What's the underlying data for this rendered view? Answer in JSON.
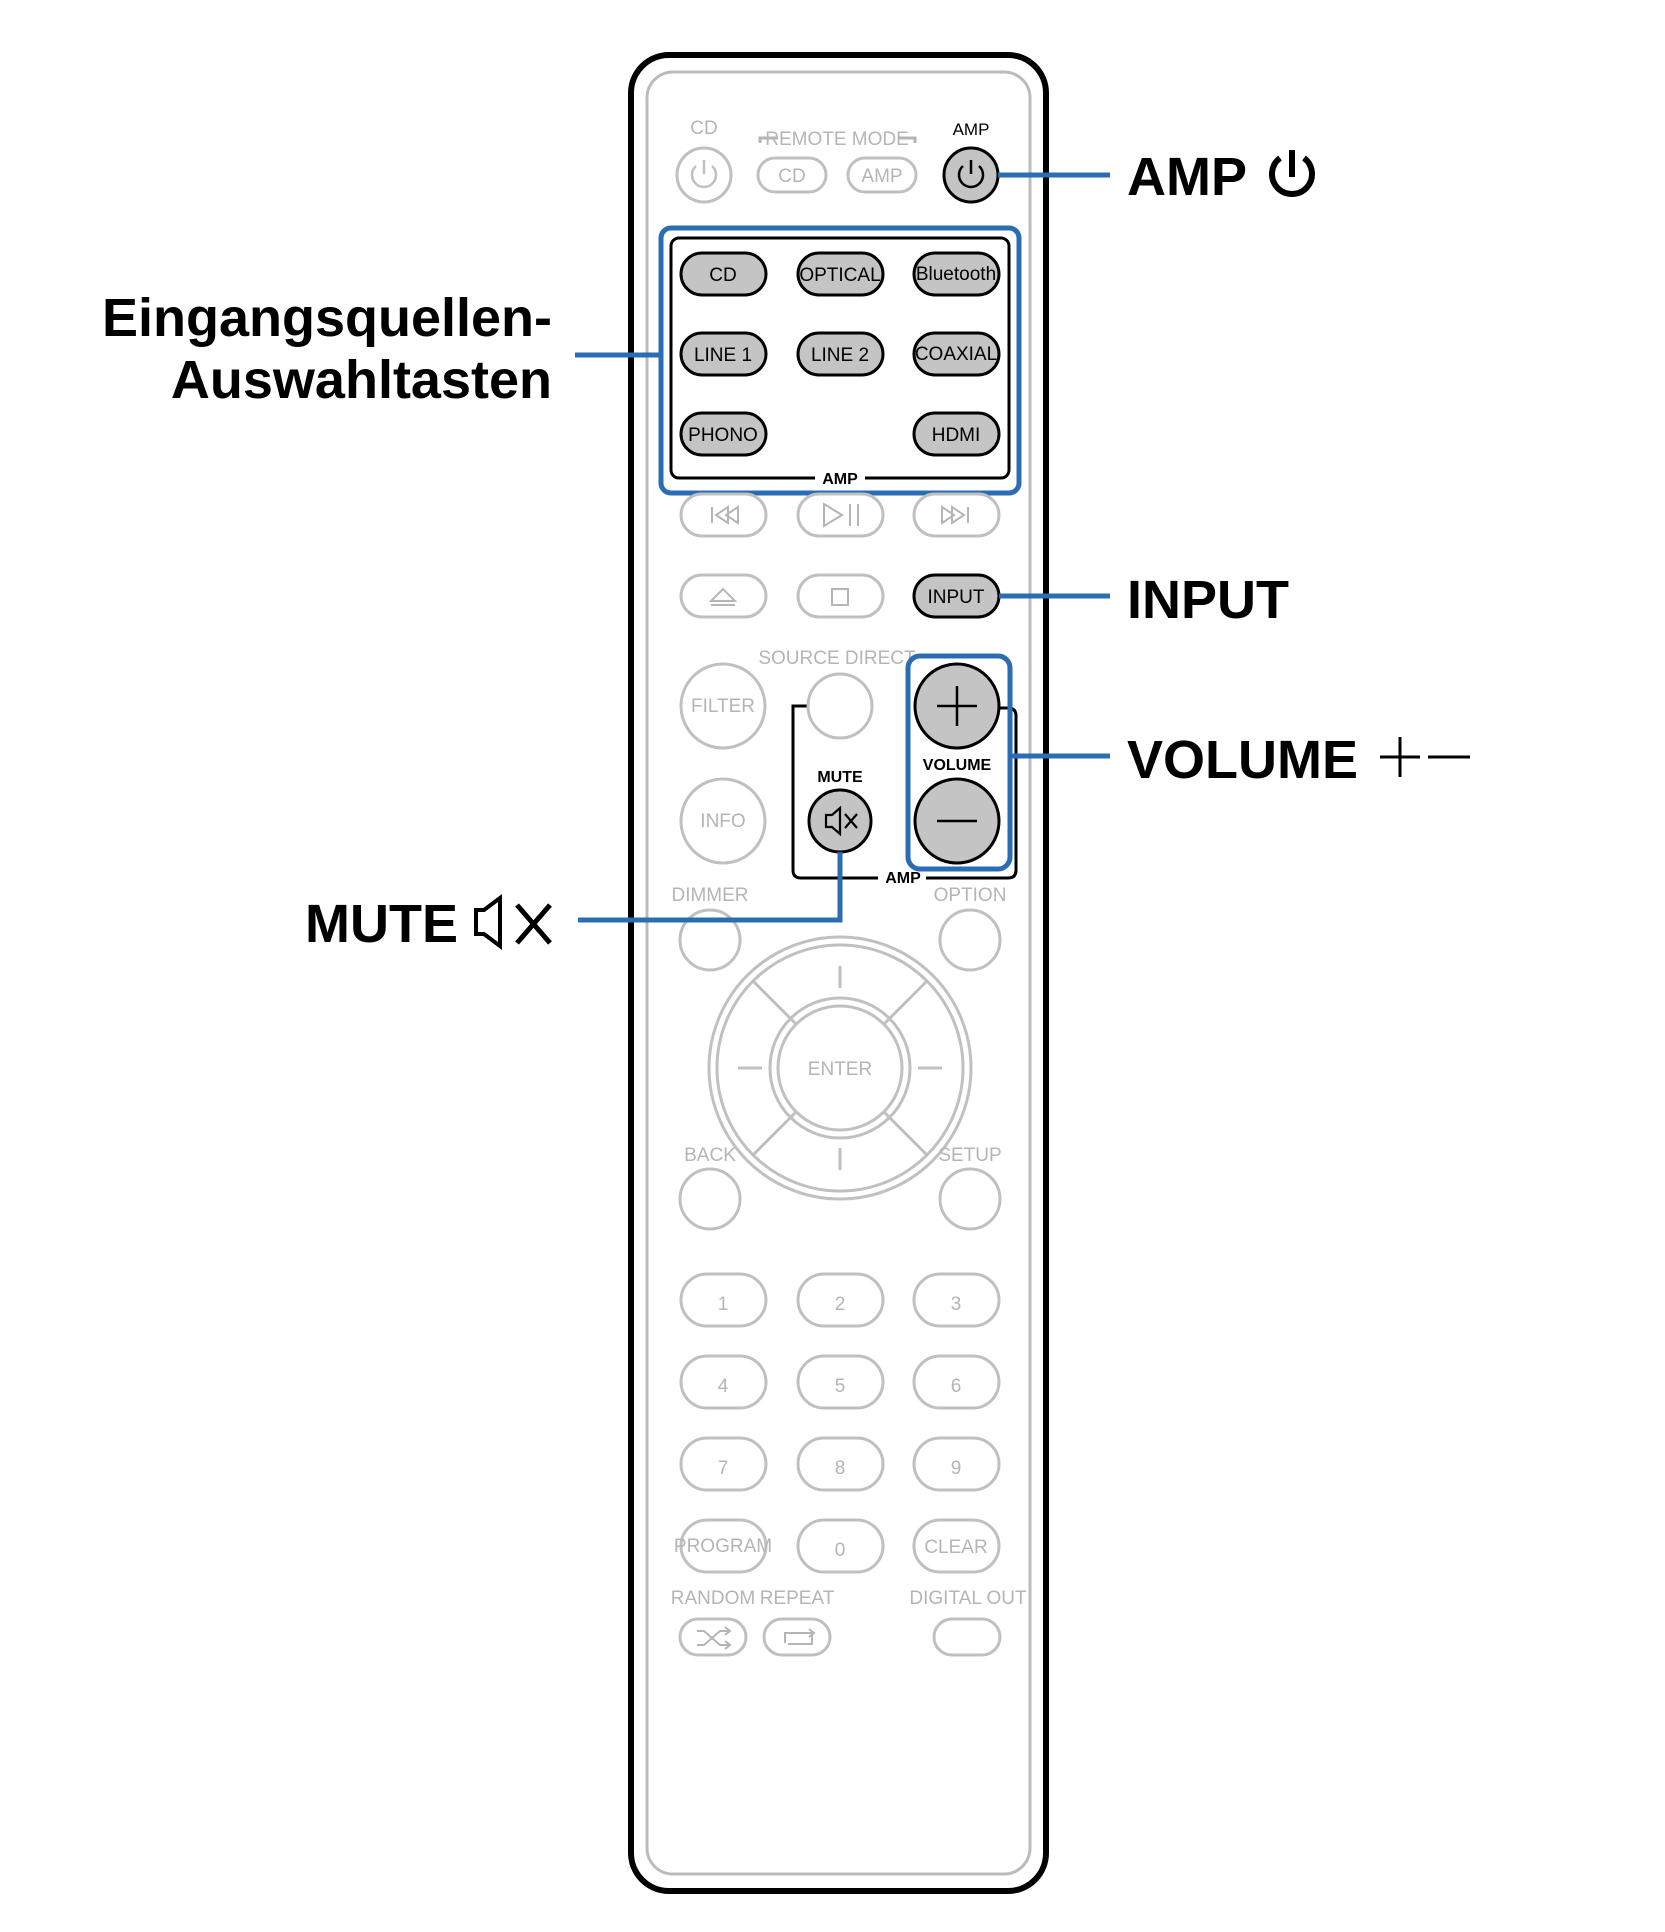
{
  "callouts": {
    "amp": "AMP",
    "input": "INPUT",
    "volume": "VOLUME",
    "mute": "MUTE",
    "source_line1": "Eingangsquellen-",
    "source_line2": "Auswahltasten"
  },
  "remote": {
    "top_labels": {
      "cd": "CD",
      "remote_mode": "REMOTE MODE",
      "amp": "AMP"
    },
    "mode_buttons": [
      "CD",
      "AMP"
    ],
    "source_buttons": [
      "CD",
      "OPTICAL",
      "Bluetooth",
      "LINE 1",
      "LINE 2",
      "COAXIAL",
      "PHONO",
      "HDMI"
    ],
    "group_label_amp": "AMP",
    "input_button": "INPUT",
    "source_direct": "SOURCE DIRECT",
    "filter": "FILTER",
    "info": "INFO",
    "mute_label": "MUTE",
    "volume_label": "VOLUME",
    "vol_group_amp": "AMP",
    "dimmer": "DIMMER",
    "option": "OPTION",
    "enter": "ENTER",
    "back": "BACK",
    "setup": "SETUP",
    "numbers": [
      "1",
      "2",
      "3",
      "4",
      "5",
      "6",
      "7",
      "8",
      "9"
    ],
    "program": "PROGRAM",
    "zero": "0",
    "clear": "CLEAR",
    "random": "RANDOM",
    "repeat": "REPEAT",
    "digital_out": "DIGITAL OUT"
  },
  "colors": {
    "highlight": "#2a6db5",
    "active_button": "#c4c4c4",
    "inactive": "#b5b5b5"
  }
}
